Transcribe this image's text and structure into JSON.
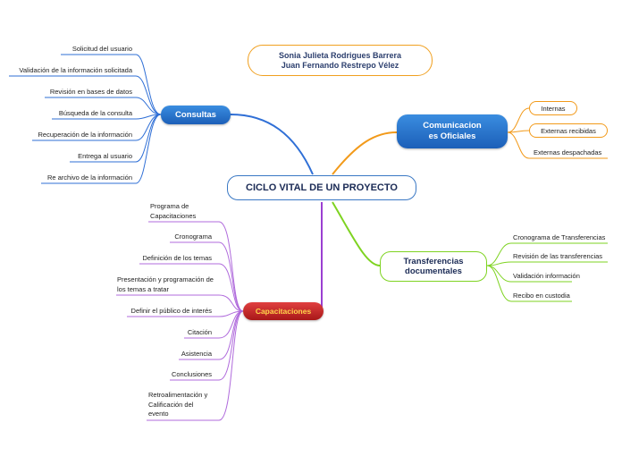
{
  "authors": {
    "line1": "Sonia Julieta Rodrigues Barrera",
    "line2": "Juan Fernando Restrepo Vélez"
  },
  "central": {
    "title": "CICLO VITAL DE UN PROYECTO"
  },
  "branches": {
    "consultas": {
      "title": "Consultas",
      "color": "#2f6fd6",
      "items": [
        "Solicitud del usuario",
        "Validación de la información solicitada",
        "Revisión en bases de datos",
        "Búsqueda de la consulta",
        "Recuperación de la información",
        "Entrega al usuario",
        "Re archivo de la información"
      ]
    },
    "capacitaciones": {
      "title": "Capacitaciones",
      "color": "#9b3fd1",
      "items": [
        "Programa de Capacitaciones",
        "Cronograma",
        "Definición de los temas",
        "Presentación y programación de los temas a tratar",
        "Definir el público de interés",
        "Citación",
        "Asistencia",
        "Conclusiones",
        "Retroalimentación y Calificación del evento"
      ]
    },
    "comunicaciones": {
      "title_line1": "Comunicacion",
      "title_line2": "es Oficiales",
      "color": "#f29a1a",
      "items": [
        "Internas",
        "Externas recibidas",
        "Externas despachadas"
      ]
    },
    "transferencias": {
      "title_line1": "Transferencias",
      "title_line2": "documentales",
      "color": "#7ed321",
      "items": [
        "Cronograma de Transferencias",
        "Revisión de las transferencias",
        "Validación información",
        "Recibo en custodia"
      ]
    }
  }
}
